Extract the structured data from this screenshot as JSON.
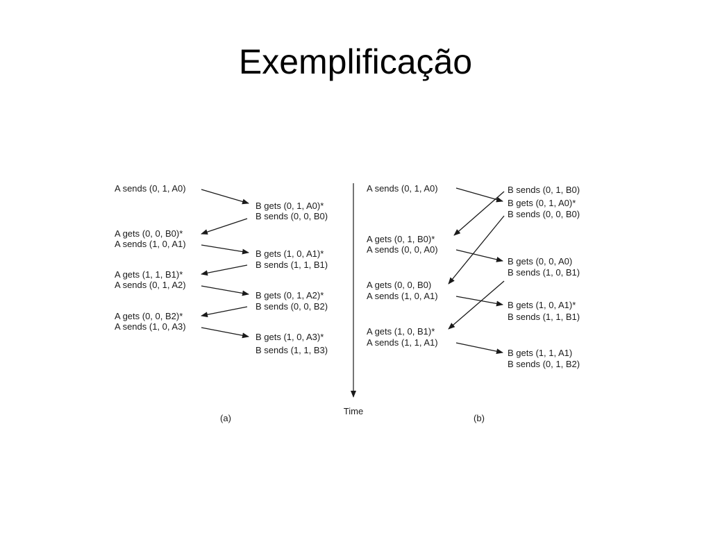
{
  "title": "Exemplificação",
  "diagram": {
    "time_label": "Time",
    "panel_a": {
      "caption": "(a)",
      "labels": [
        "A sends (0, 1, A0)",
        "B gets (0, 1, A0)*",
        "B sends (0, 0, B0)",
        "A gets (0, 0, B0)*",
        "A sends (1, 0, A1)",
        "B gets (1, 0, A1)*",
        "B sends (1, 1, B1)",
        "A gets (1, 1, B1)*",
        "A sends (0, 1, A2)",
        "B gets (0, 1, A2)*",
        "B sends (0, 0, B2)",
        "A gets (0, 0, B2)*",
        "A sends (1, 0, A3)",
        "B gets (1, 0, A3)*",
        "B sends (1, 1, B3)"
      ]
    },
    "panel_b": {
      "caption": "(b)",
      "labels": [
        "A sends (0, 1, A0)",
        "A gets (0, 1, B0)*",
        "A sends (0, 0, A0)",
        "A gets (0, 0, B0)",
        "A sends (1, 0, A1)",
        "A gets (1, 0, B1)*",
        "A sends (1, 1, A1)",
        "B sends (0, 1, B0)",
        "B gets (0, 1, A0)*",
        "B sends (0, 0, B0)",
        "B gets (0, 0, A0)",
        "B sends (1, 0, B1)",
        "B gets (1, 0, A1)*",
        "B sends (1, 1, B1)",
        "B gets (1, 1, A1)",
        "B sends (0, 1, B2)"
      ]
    }
  }
}
